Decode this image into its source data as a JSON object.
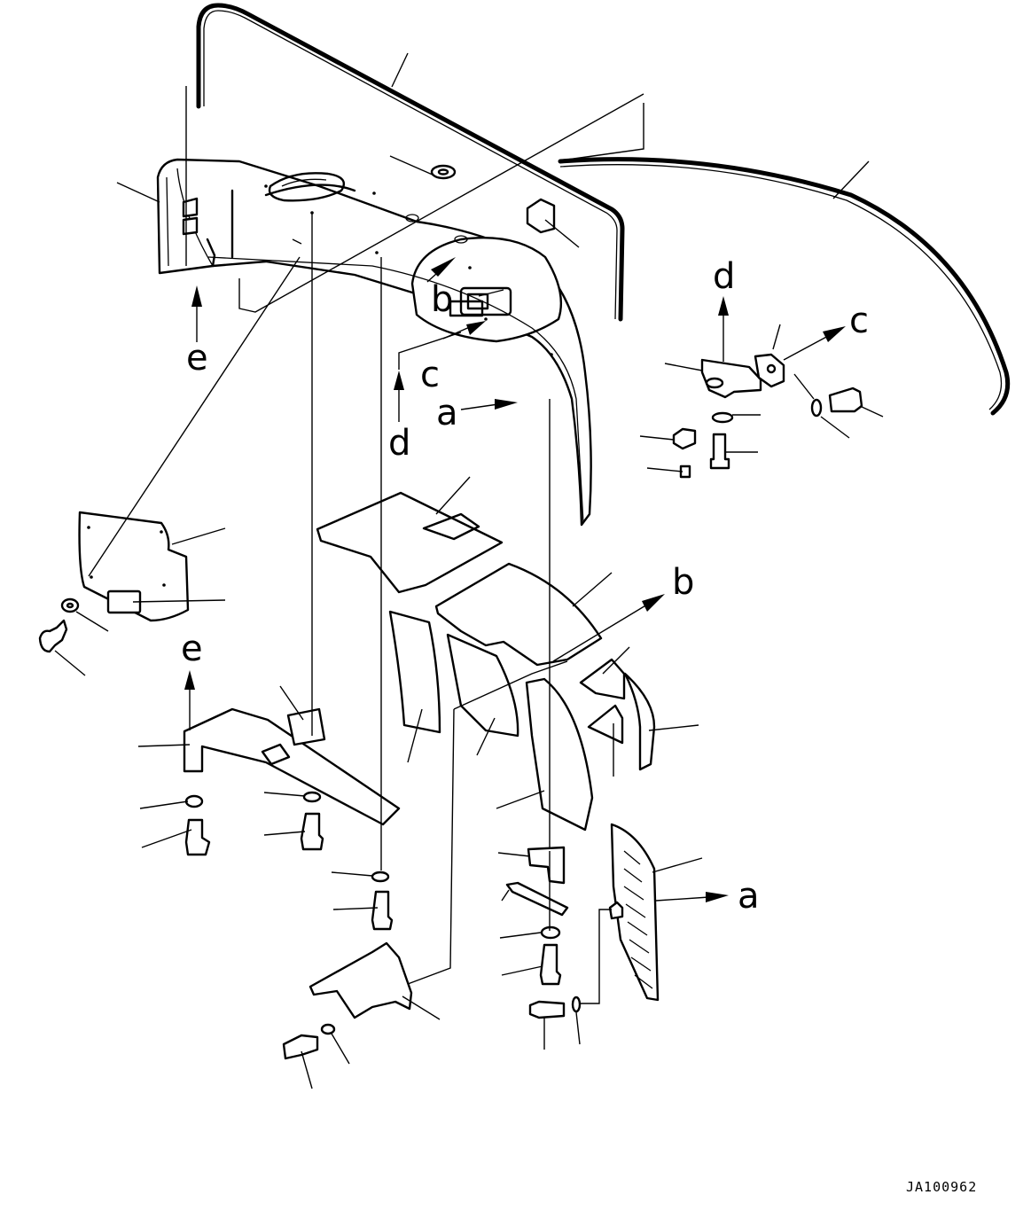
{
  "drawing": {
    "code": "JA100962"
  },
  "ref_labels": [
    "a",
    "b",
    "c",
    "d",
    "e"
  ]
}
